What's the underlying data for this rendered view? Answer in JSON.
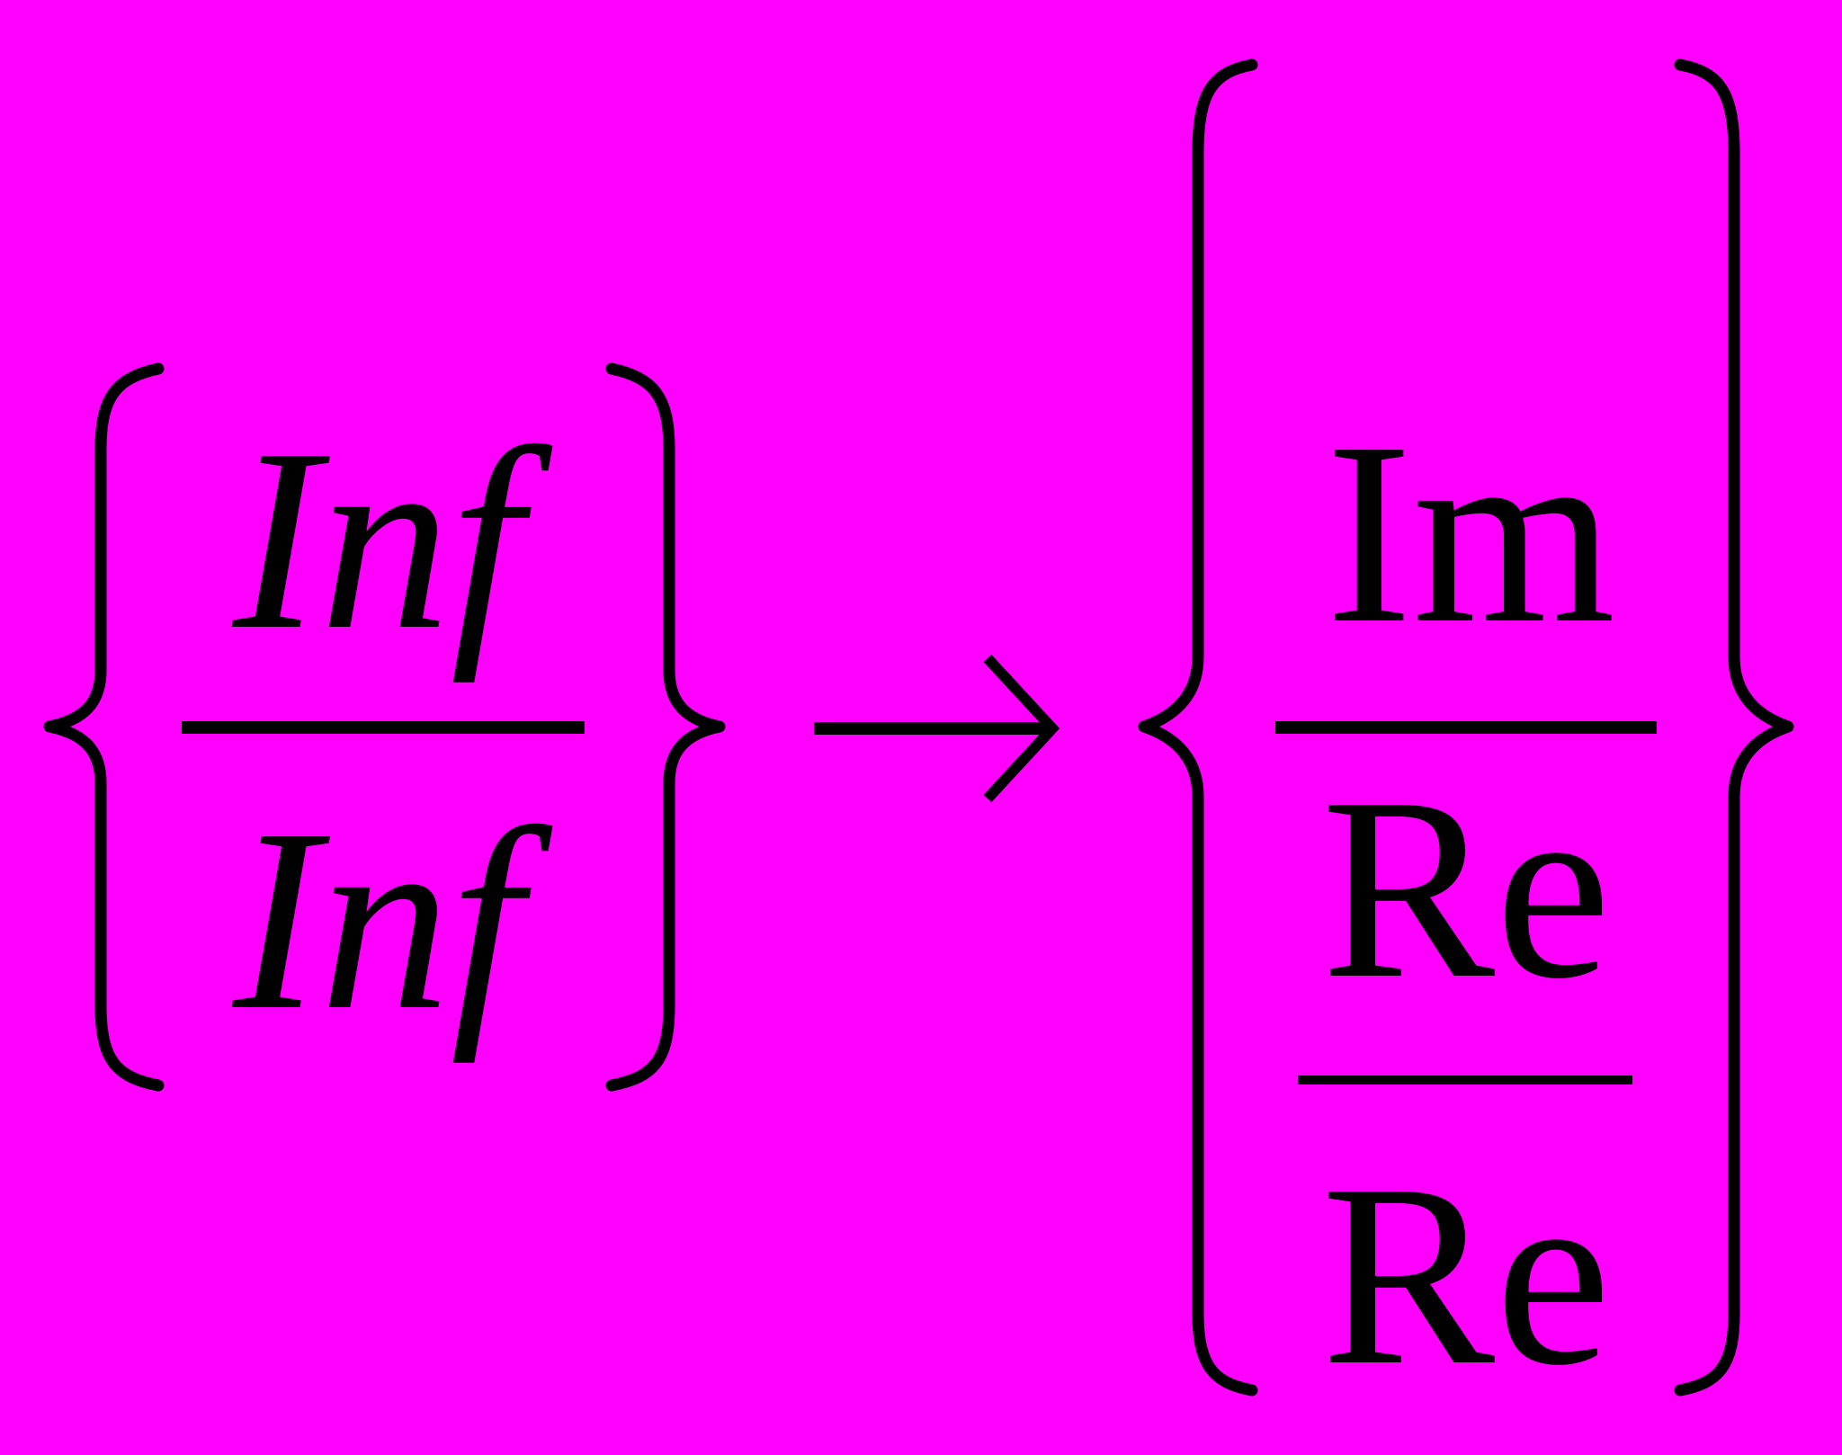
{
  "background_color": "#ff00ff",
  "ink_color": "#000000",
  "left_fraction": {
    "numerator": "Inf",
    "denominator": "Inf"
  },
  "right_fraction": {
    "numerator": "Im",
    "middle": "Re",
    "denominator": "Re"
  },
  "arrow_icon": "right-arrow-icon"
}
